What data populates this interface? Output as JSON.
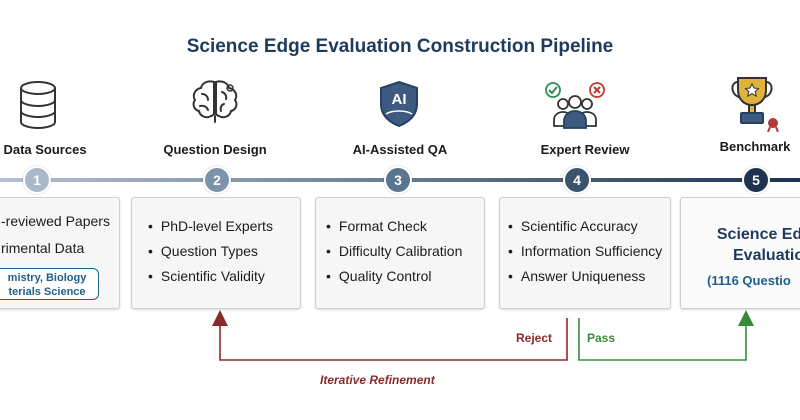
{
  "title": "Science Edge Evaluation Construction Pipeline",
  "colors": {
    "title": "#1f3b5c",
    "node_1": "#a9b9c9",
    "node_2": "#7b93ab",
    "node_3": "#5a7590",
    "node_4": "#3a5470",
    "node_5": "#1f3350",
    "reject": "#8b2a2a",
    "pass": "#3a8a3a"
  },
  "stages": [
    {
      "number": "1",
      "label": "Data Sources",
      "icon": "database-icon",
      "lines": [
        "-reviewed Papers",
        "rimental Data"
      ],
      "domains": [
        "mistry, Biology",
        "terials Science"
      ]
    },
    {
      "number": "2",
      "label": "Question Design",
      "icon": "brain-icon",
      "items": [
        "PhD-level Experts",
        "Question Types",
        "Scientific Validity"
      ]
    },
    {
      "number": "3",
      "label": "AI-Assisted QA",
      "icon": "ai-shield-icon",
      "icon_text": "AI",
      "items": [
        "Format Check",
        "Difficulty Calibration",
        "Quality Control"
      ]
    },
    {
      "number": "4",
      "label": "Expert Review",
      "icon": "expert-team-icon",
      "items": [
        "Scientific Accuracy",
        "Information Sufficiency",
        "Answer Uniqueness"
      ]
    },
    {
      "number": "5",
      "label": "Benchmark",
      "icon": "trophy-icon",
      "title_lines": [
        "Science Ed",
        "Evaluatio"
      ],
      "count": "(1116 Questio"
    }
  ],
  "flow": {
    "reject": "Reject",
    "pass": "Pass",
    "iterative": "Iterative Refinement"
  }
}
